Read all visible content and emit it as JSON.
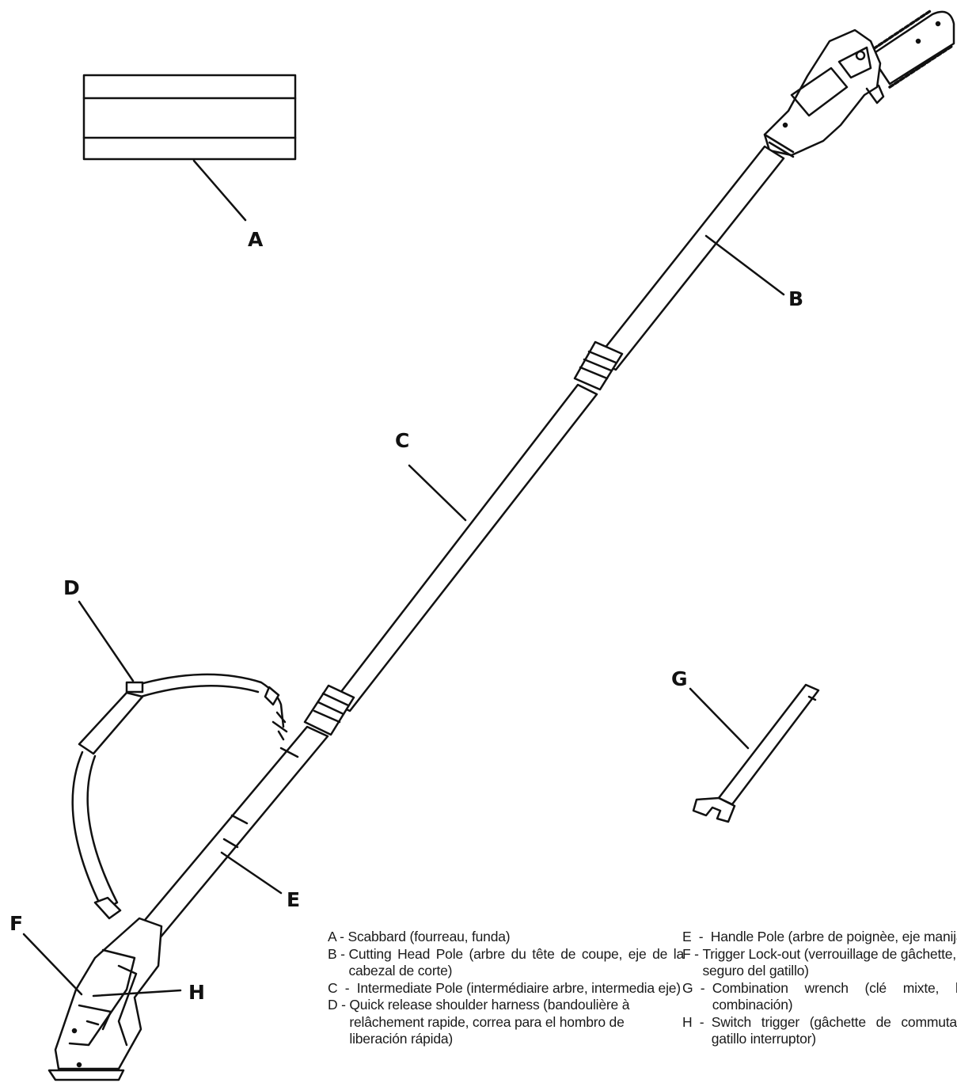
{
  "callouts": [
    "A",
    "B",
    "C",
    "D",
    "E",
    "F",
    "G",
    "H"
  ],
  "legend": {
    "left": [
      {
        "key": "A - ",
        "text": "Scabbard (fourreau, funda)"
      },
      {
        "key": "B - ",
        "text": "Cutting Head Pole (arbre du tête de coupe, eje de la cabezal de corte)"
      },
      {
        "key": "C  -  ",
        "text": "Intermediate Pole (intermédiaire arbre, intermedia eje)"
      },
      {
        "key": "D - ",
        "text": "Quick release shoulder harness (bandoulière à relâchement rapide, correa para el hombro de liberación rápida)"
      }
    ],
    "right": [
      {
        "key": "E  -  ",
        "text": "Handle Pole (arbre de poignèe, eje manija)"
      },
      {
        "key": "F - ",
        "text": "Trigger Lock-out (verrouillage de gâchette, seguro del gatillo)"
      },
      {
        "key": "G  -  ",
        "text": "Combination wrench (clé mixte, llave combinación)"
      },
      {
        "key": "H  -  ",
        "text": "Switch trigger (gâchette de commutateur, gatillo interruptor)"
      }
    ]
  }
}
